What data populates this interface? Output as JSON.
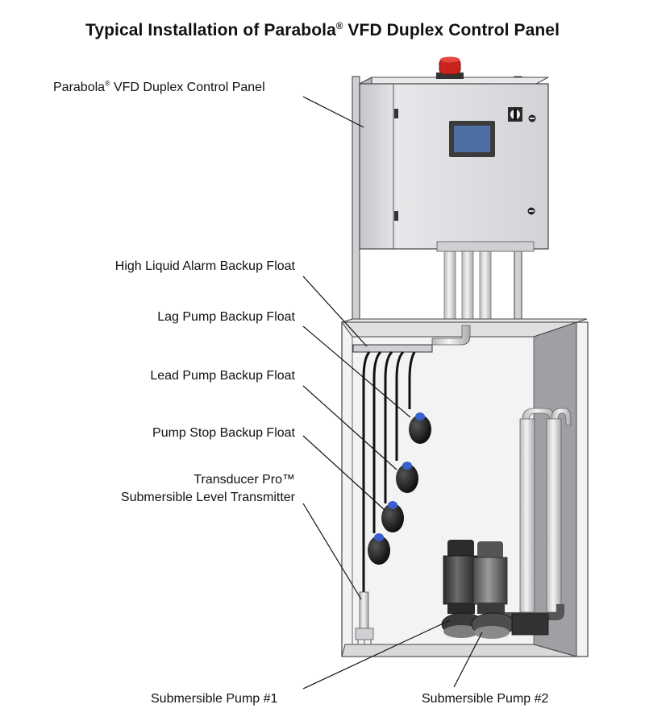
{
  "title": {
    "pre": "Typical Installation of Parabola",
    "reg": "®",
    "post": " VFD Duplex Control Panel"
  },
  "labels": {
    "control_panel": {
      "pre": "Parabola",
      "reg": "®",
      "post": " VFD Duplex Control Panel"
    },
    "high_liquid_alarm_float": "High Liquid Alarm Backup Float",
    "lag_pump_float": "Lag Pump Backup Float",
    "lead_pump_float": "Lead Pump Backup Float",
    "pump_stop_float": "Pump Stop Backup Float",
    "transducer_line1": "Transducer Pro™",
    "transducer_line2": "Submersible Level Transmitter",
    "pump_1": "Submersible Pump #1",
    "pump_2": "Submersible Pump #2"
  },
  "colors": {
    "panel_body": "#d9dadc",
    "panel_edge": "#4a4a4a",
    "beacon": "#c8231d",
    "screen_blue": "#4e6fa3",
    "float_body": "#1a1a1a",
    "float_cap": "#3a5fcf",
    "basin": "#c9c9cb",
    "pipe": "#e3e4e6"
  }
}
